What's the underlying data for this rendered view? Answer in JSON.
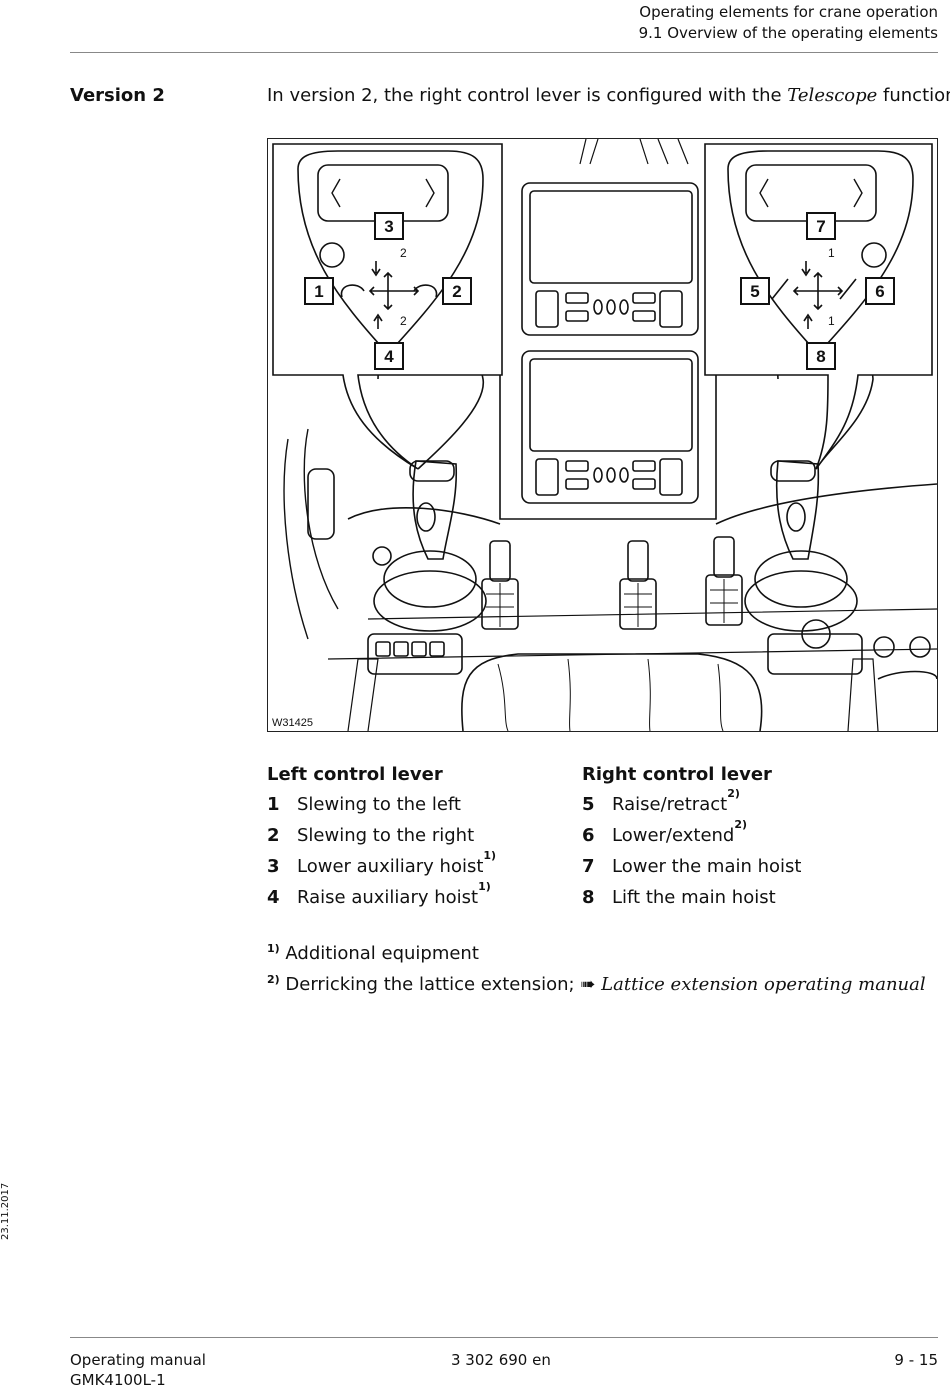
{
  "header": {
    "line1": "Operating elements for crane operation",
    "line2": "9.1 Overview of the operating elements"
  },
  "section": {
    "label": "Version 2",
    "intro_before": "In version 2, the right control lever is configured with the ",
    "intro_italic": "Telescope",
    "intro_after": " function."
  },
  "figure": {
    "id": "W31425",
    "callouts": [
      "1",
      "2",
      "3",
      "4",
      "5",
      "6",
      "7",
      "8"
    ],
    "hoist_marks": {
      "left": "2",
      "right": "1"
    }
  },
  "left_lever": {
    "title": "Left control lever",
    "items": [
      {
        "num": "1",
        "text": "Slewing to the left",
        "sup": ""
      },
      {
        "num": "2",
        "text": "Slewing to the right",
        "sup": ""
      },
      {
        "num": "3",
        "text": "Lower auxiliary hoist",
        "sup": "1)"
      },
      {
        "num": "4",
        "text": "Raise auxiliary hoist",
        "sup": "1)"
      }
    ]
  },
  "right_lever": {
    "title": "Right control lever",
    "items": [
      {
        "num": "5",
        "text": "Raise/retract",
        "sup": "2)"
      },
      {
        "num": "6",
        "text": "Lower/extend",
        "sup": "2)"
      },
      {
        "num": "7",
        "text": "Lower the main hoist",
        "sup": ""
      },
      {
        "num": "8",
        "text": "Lift the main hoist",
        "sup": ""
      }
    ]
  },
  "footnotes": {
    "fn1_mark": "1)",
    "fn1_text": " Additional equipment",
    "fn2_mark": "2)",
    "fn2_text": " Derricking the lattice extension; ",
    "fn2_arrow": "➠",
    "fn2_ref": "Lattice extension operating manual"
  },
  "side_date": "23.11.2017",
  "footer": {
    "left1": "Operating manual",
    "left2": "GMK4100L-1",
    "center": "3 302 690 en",
    "right": "9 - 15"
  }
}
